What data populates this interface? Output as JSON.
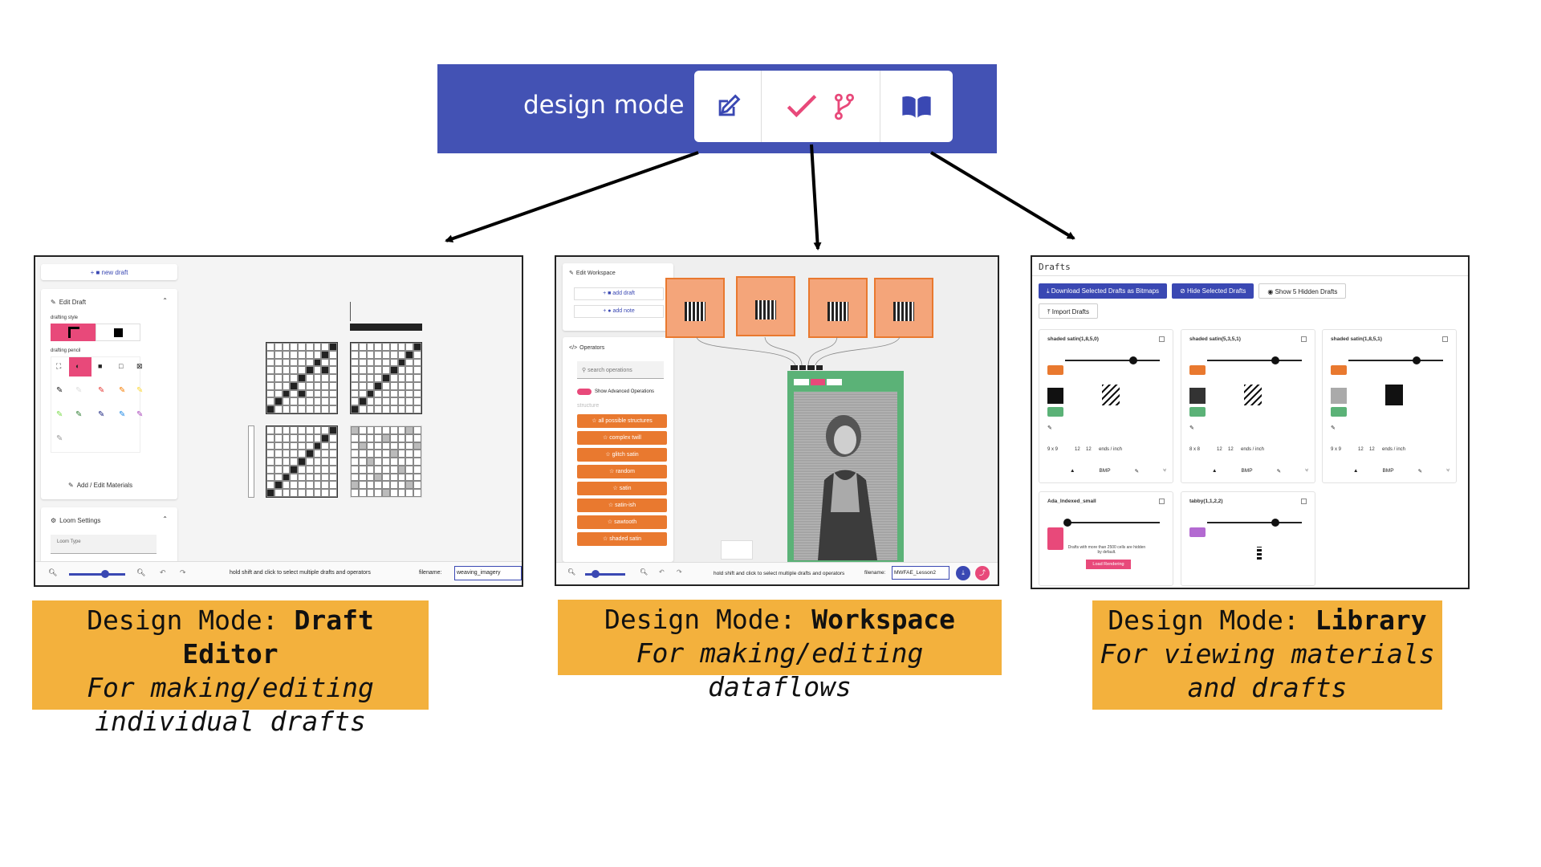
{
  "modebar": {
    "title": "design mode",
    "icons": [
      "edit-icon",
      "check-icon",
      "branch-icon",
      "book-icon"
    ],
    "colors": {
      "bar": "#4352b4",
      "edit": "#3a48b3",
      "check": "#e8497a",
      "branch": "#e8497a",
      "book": "#3a48b3"
    }
  },
  "draft_editor": {
    "new_draft": "new draft",
    "edit_draft": "Edit Draft",
    "drafting_style": "drafting style",
    "drafting_pencil": "drafting pencil",
    "materials": "Add / Edit Materials",
    "loom_settings": "Loom Settings",
    "loom_type": "Loom Type",
    "status": "hold shift and click to select multiple drafts and operators",
    "filename_label": "filename:",
    "filename": "weaving_imagery"
  },
  "workspace": {
    "edit_workspace": "Edit Workspace",
    "add_draft": "add draft",
    "add_note": "add note",
    "operators": "Operators",
    "search_placeholder": "search operations",
    "advanced": "Show Advanced Operations",
    "section": "structure",
    "operations": [
      "all possible structures",
      "complex twill",
      "glitch satin",
      "random",
      "satin",
      "satin-ish",
      "sawtooth",
      "shaded satin"
    ],
    "status": "hold shift and click to select multiple drafts and operators",
    "filename_label": "filename:",
    "filename": "MWFAE_Lesson2"
  },
  "library": {
    "title": "Drafts",
    "download": "Download Selected Drafts as Bitmaps",
    "hide": "Hide Selected Drafts",
    "show_hidden": "Show 5 Hidden Drafts",
    "import": "Import Drafts",
    "drafts": [
      {
        "name": "shaded satin(1,8,5,0)",
        "size": "9 x 9",
        "w": "12",
        "h": "12",
        "unit": "ends / inch",
        "bmp": "BMP"
      },
      {
        "name": "shaded satin(5,3,5,1)",
        "size": "8 x 8",
        "w": "12",
        "h": "12",
        "unit": "ends / inch",
        "bmp": "BMP"
      },
      {
        "name": "shaded satin(1,8,5,1)",
        "size": "9 x 9",
        "w": "12",
        "h": "12",
        "unit": "ends / inch",
        "bmp": "BMP"
      },
      {
        "name": "Ada_Indexed_small",
        "note": "Drafts with more than 2500 cells are hidden by default.",
        "load": "Load Rendering"
      },
      {
        "name": "tabby(1,1,2,2)"
      }
    ]
  },
  "captions": [
    {
      "prefix": "Design Mode: ",
      "bold": "Draft Editor",
      "line2": "For making/editing",
      "line3": "individual drafts"
    },
    {
      "prefix": "Design Mode: ",
      "bold": "Workspace",
      "line2": "For making/editing dataflows"
    },
    {
      "prefix": "Design Mode: ",
      "bold": "Library",
      "line2": "For viewing materials",
      "line3": "and drafts"
    }
  ]
}
